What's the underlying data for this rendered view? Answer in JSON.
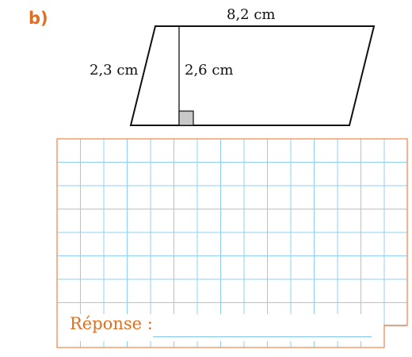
{
  "exercise": {
    "label": "b)",
    "figure": {
      "shape": "parallelogram",
      "base_label": "8,2 cm",
      "side_label": "2,3 cm",
      "height_label": "2,6 cm",
      "right_angle_marker": true
    },
    "answer": {
      "prompt": "Réponse :",
      "value": ""
    }
  },
  "colors": {
    "accent": "#e07020",
    "grid_line": "#8fd0f0",
    "frame": "#f08a50",
    "figure_line": "#111111",
    "angle_fill": "#c8c8c8"
  }
}
